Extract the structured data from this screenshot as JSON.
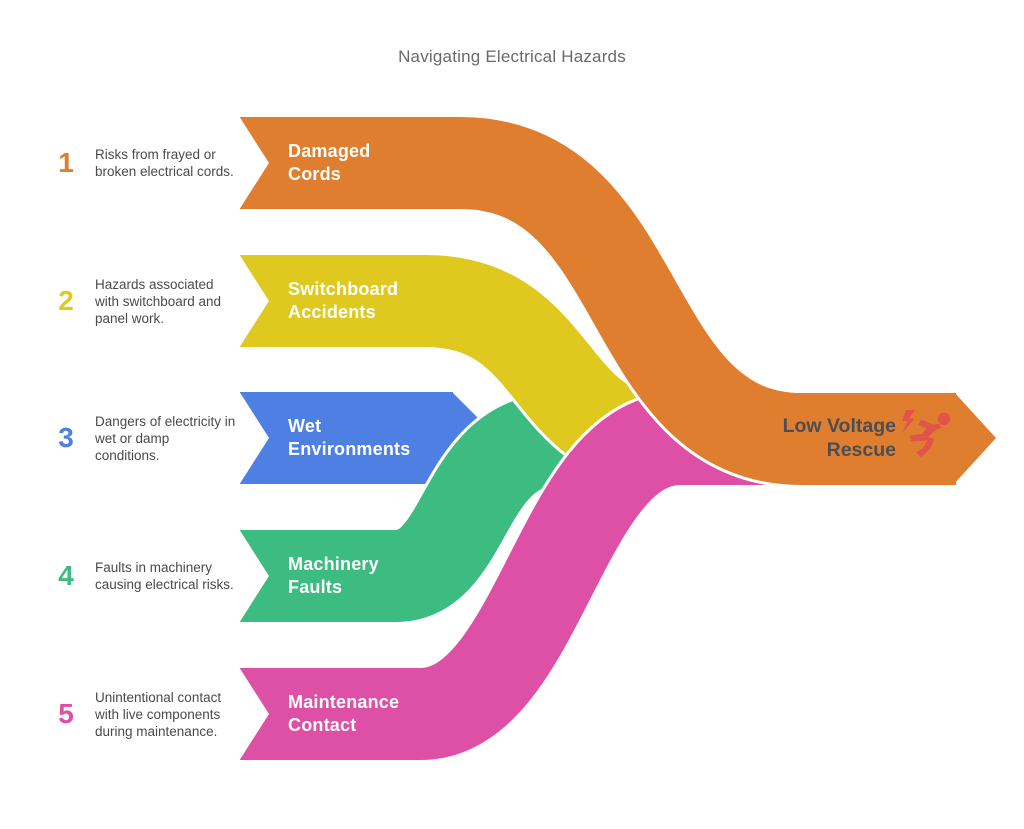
{
  "title": "Navigating Electrical Hazards",
  "items": [
    {
      "number": "1",
      "color": "#E07E30",
      "description": "Risks from frayed or broken electrical cords.",
      "label": "Damaged Cords"
    },
    {
      "number": "2",
      "color": "#E0C91E",
      "description": "Hazards associated with switchboard and panel work.",
      "label": "Switchboard Accidents"
    },
    {
      "number": "3",
      "color": "#4E80E3",
      "description": "Dangers of electricity in wet or damp conditions.",
      "label": "Wet Environments"
    },
    {
      "number": "4",
      "color": "#3CBC80",
      "description": "Faults in machinery causing electrical risks.",
      "label": "Machinery Faults"
    },
    {
      "number": "5",
      "color": "#DE4FA6",
      "description": "Unintentional contact with live components during maintenance.",
      "label": "Maintenance Contact"
    }
  ],
  "output": {
    "label": "Low Voltage Rescue",
    "color": "#E07E30",
    "icon": "electric-shock-icon",
    "icon_color": "#E25449",
    "text_color": "#4b4e55"
  }
}
